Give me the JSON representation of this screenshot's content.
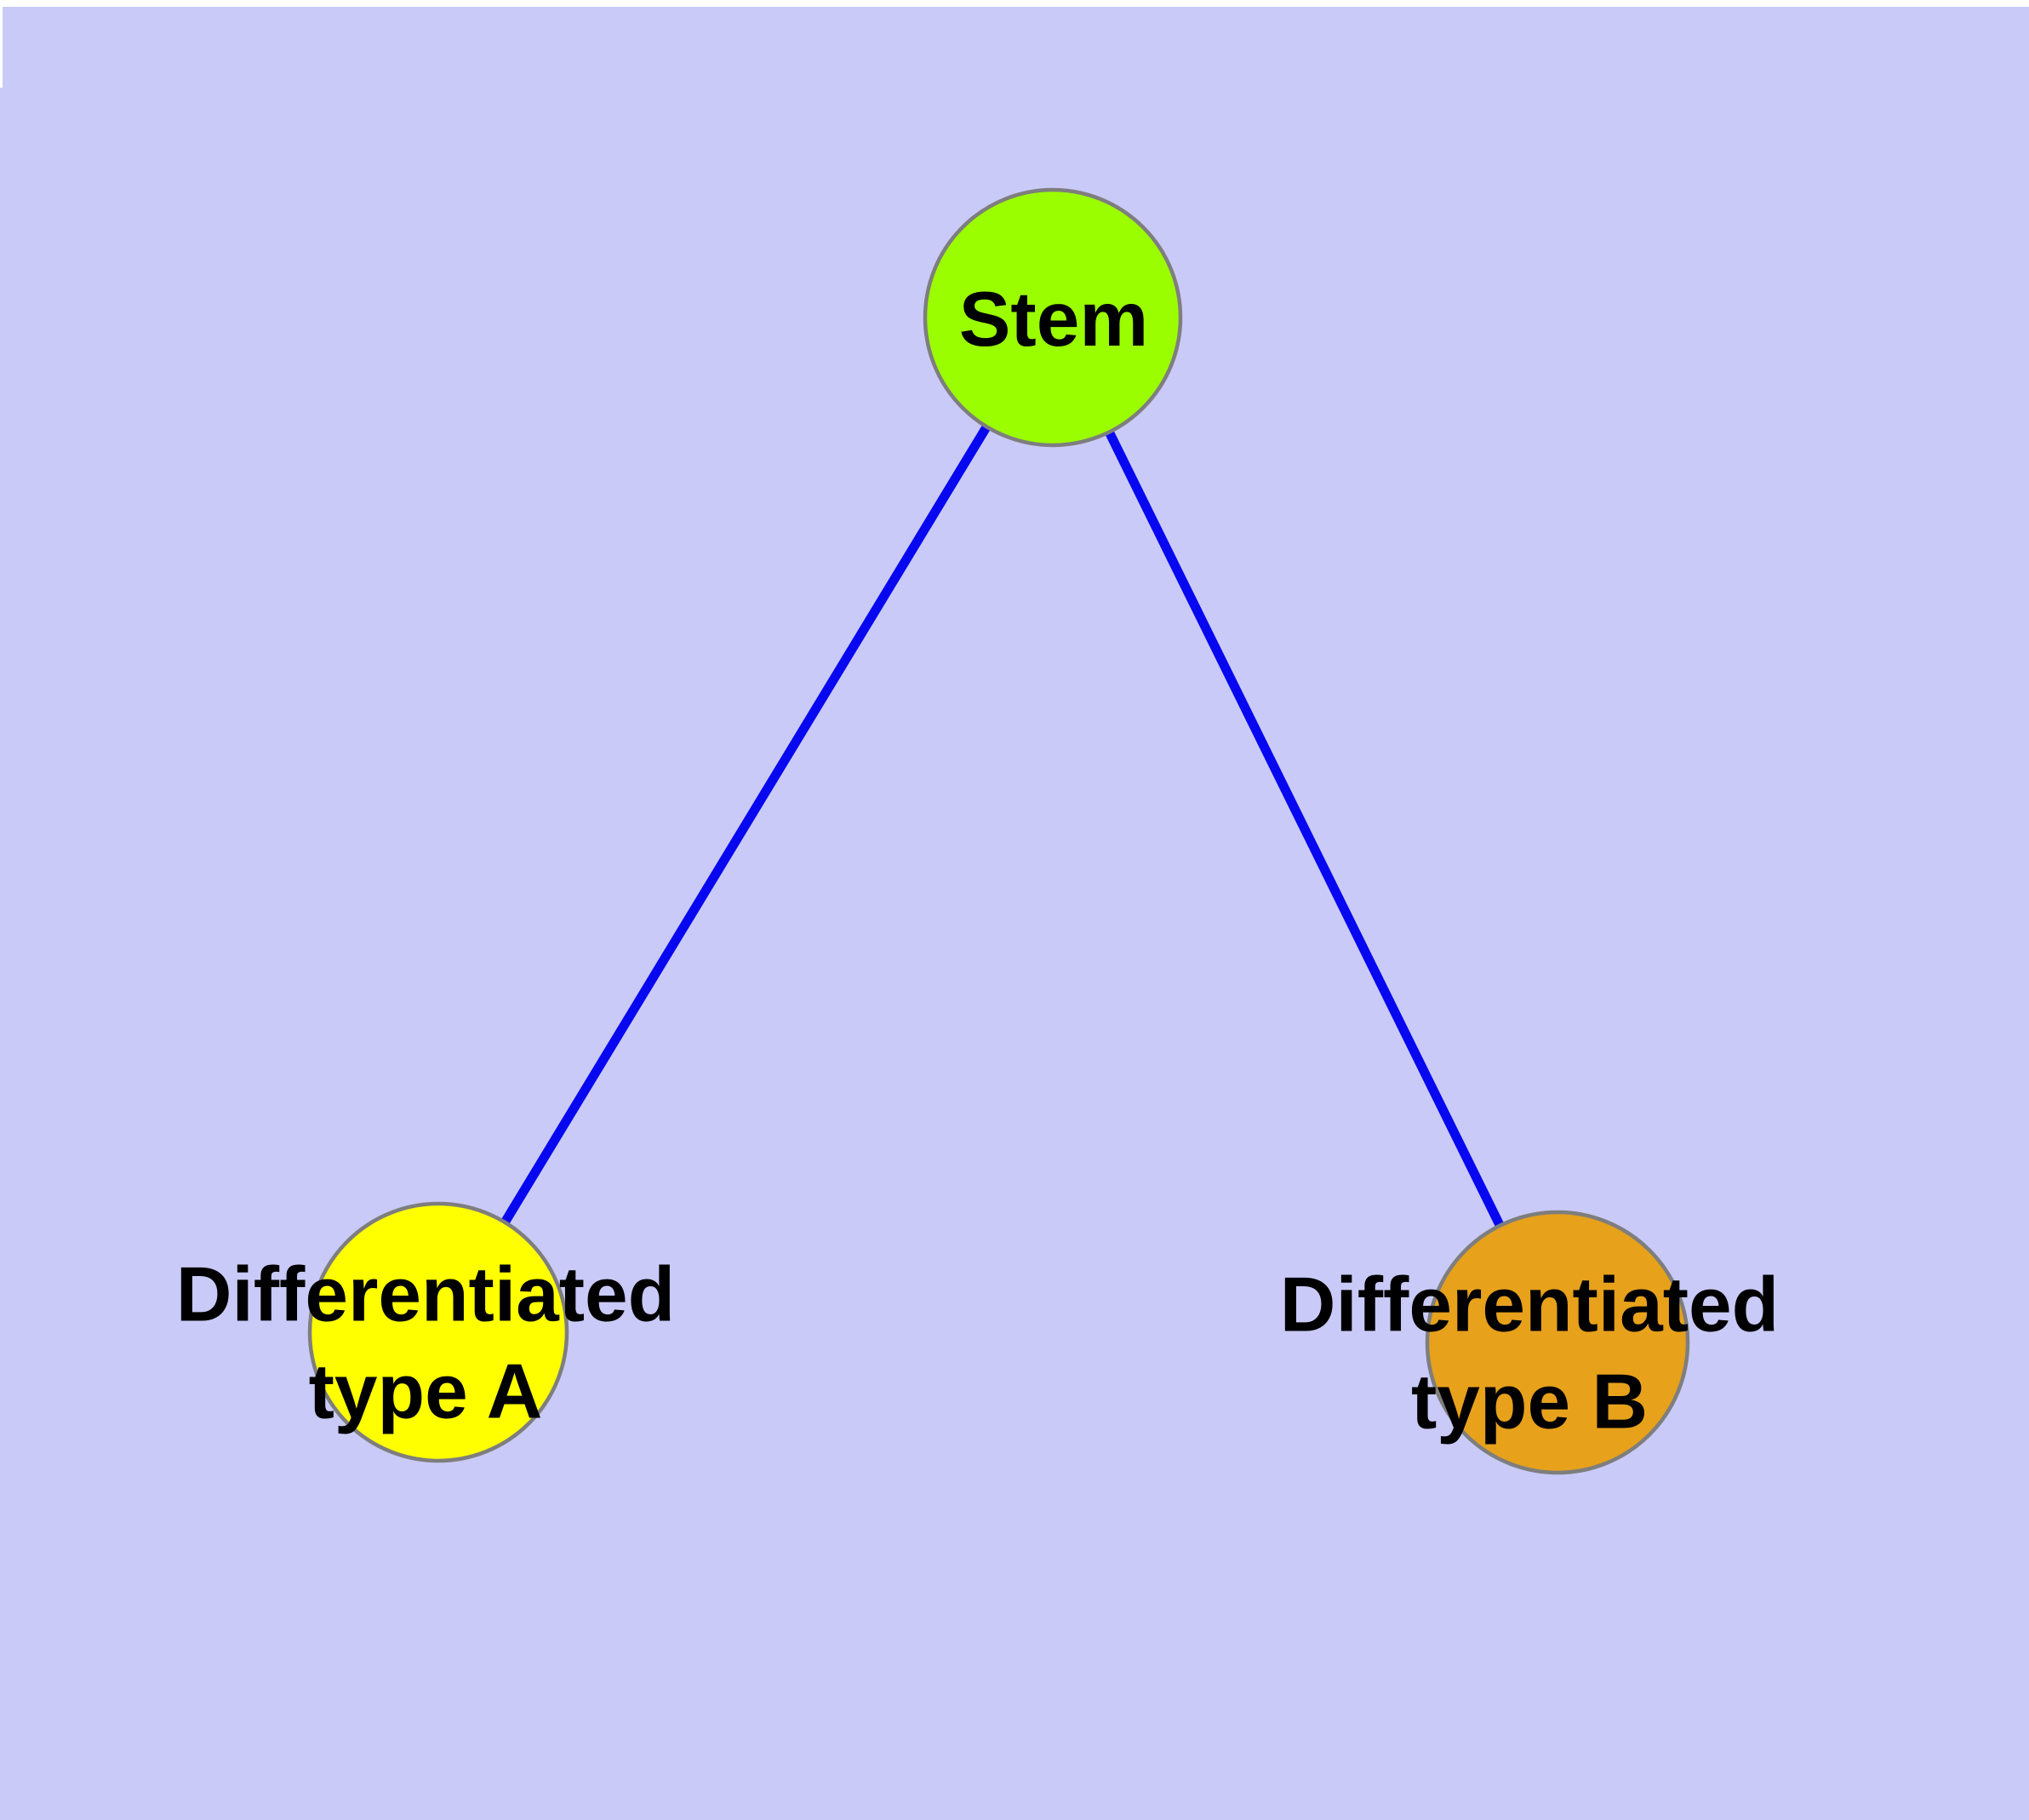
{
  "figure": {
    "background_color": "#cacaf8",
    "margin_color": "#ffffff"
  },
  "graph": {
    "type": "tree",
    "node_border_color": "#7e7e7e",
    "edge_color": "#0707f0",
    "label_color": "#000000",
    "nodes": [
      {
        "id": "stem",
        "label": "Stem",
        "fill": "#9bfe00"
      },
      {
        "id": "differentiated-type-a",
        "label": "Differentiated type A",
        "label_line1": "Differentiated",
        "label_line2": "type A",
        "fill": "#ffff00"
      },
      {
        "id": "differentiated-type-b",
        "label": "Differentiated type B",
        "label_line1": "Differentiated",
        "label_line2": "type B",
        "fill": "#e7a11b"
      }
    ],
    "edges": [
      {
        "from": "stem",
        "to": "differentiated-type-a",
        "color": "#0707f0"
      },
      {
        "from": "stem",
        "to": "differentiated-type-b",
        "color": "#0707f0"
      }
    ]
  }
}
